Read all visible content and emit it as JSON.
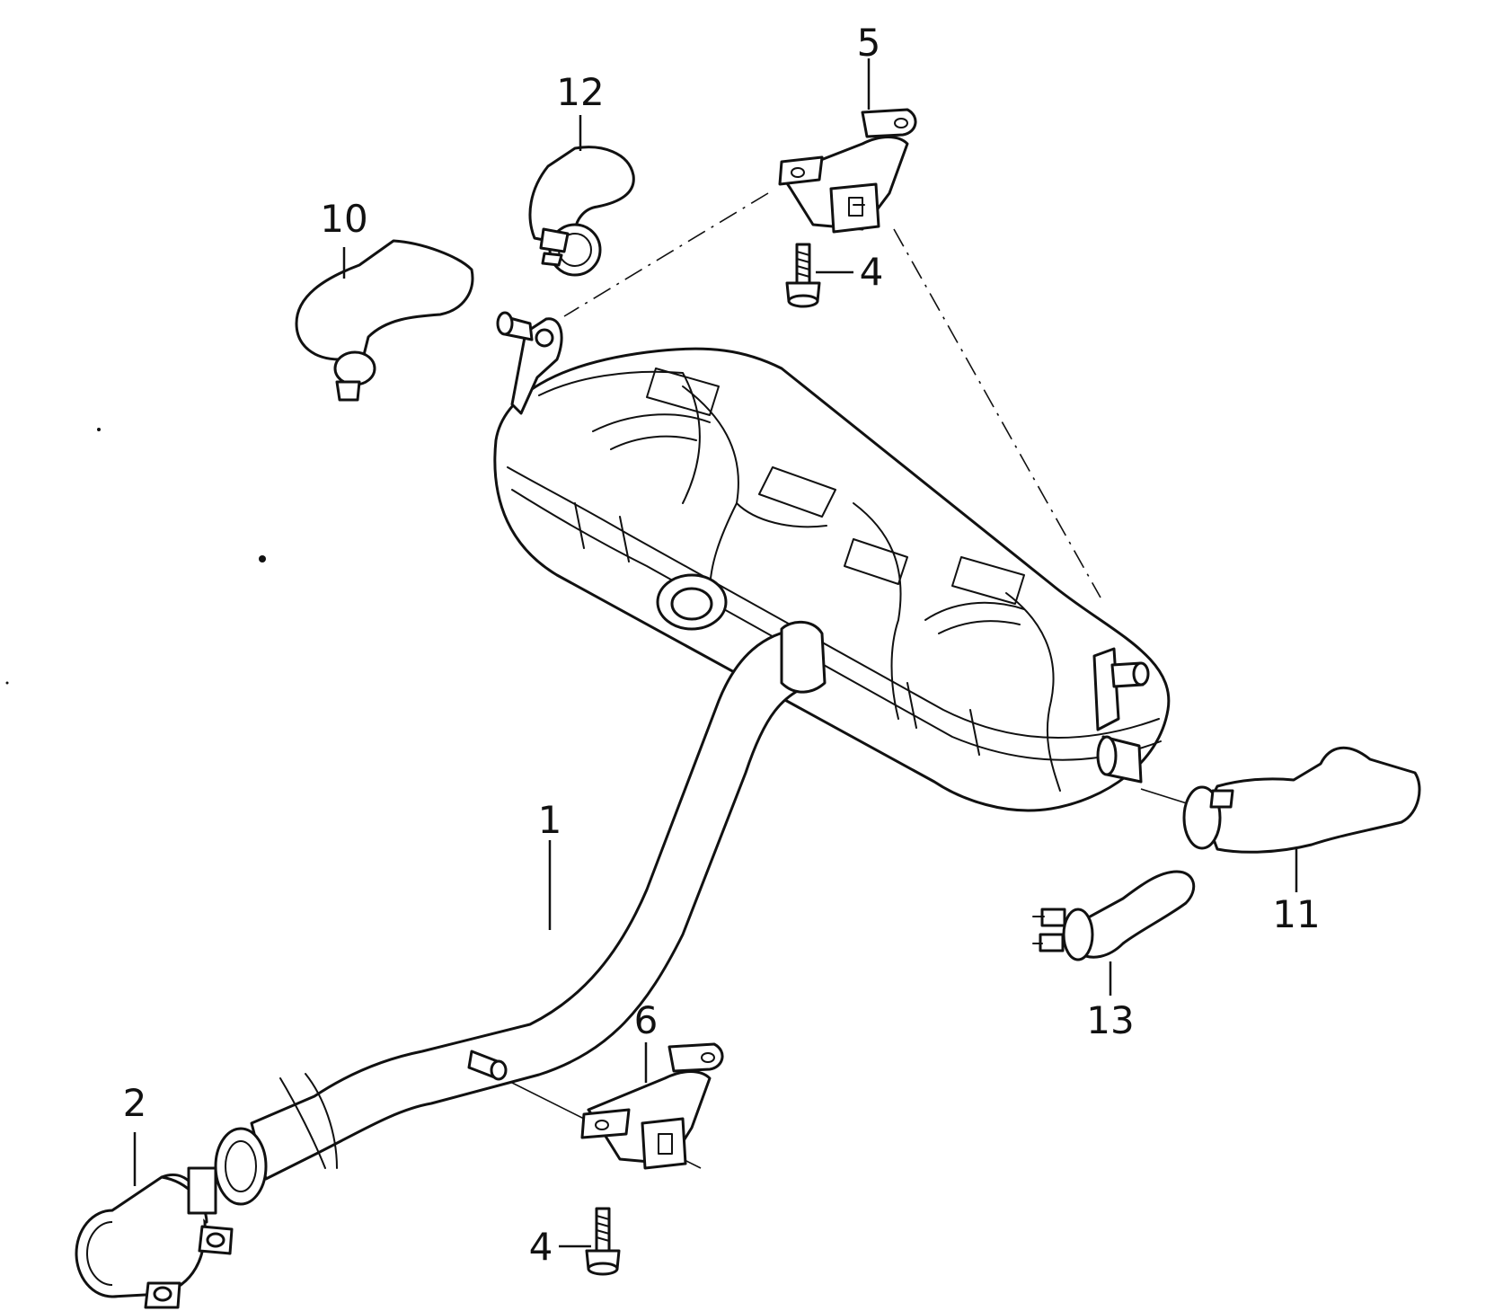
{
  "diagram": {
    "callouts": [
      {
        "id": "1",
        "label": "1"
      },
      {
        "id": "2",
        "label": "2"
      },
      {
        "id": "4a",
        "label": "4"
      },
      {
        "id": "4b",
        "label": "4"
      },
      {
        "id": "5",
        "label": "5"
      },
      {
        "id": "6",
        "label": "6"
      },
      {
        "id": "10",
        "label": "10"
      },
      {
        "id": "11",
        "label": "11"
      },
      {
        "id": "12",
        "label": "12"
      },
      {
        "id": "13",
        "label": "13"
      }
    ]
  }
}
